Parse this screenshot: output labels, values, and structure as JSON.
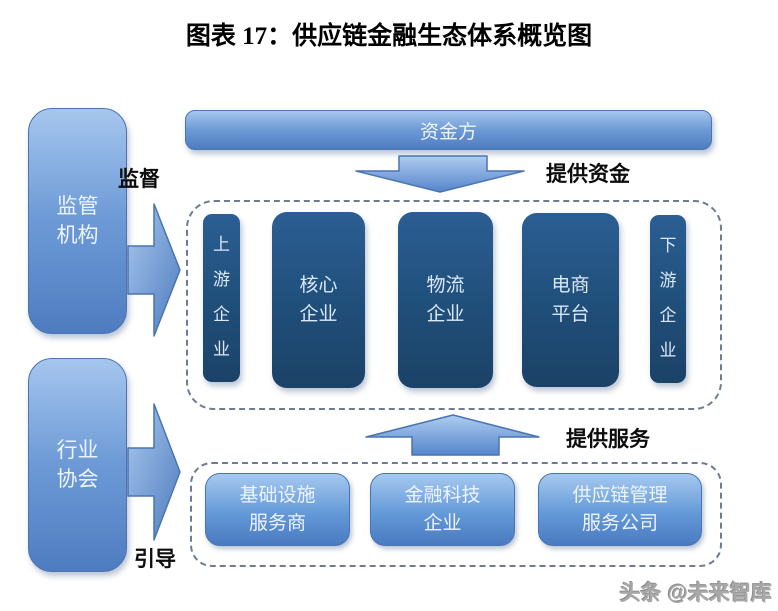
{
  "title": "图表 17：供应链金融生态体系概览图",
  "watermark": "头条 @未来智库",
  "colors": {
    "light_box_top": "#a6c6ee",
    "light_box_bottom": "#4e7cc0",
    "dark_box": "#1f4e79",
    "box_border": "#4a74b2",
    "dashed_border": "#6e7c92",
    "label_text": "#0d0d0d",
    "box_text": "#eef4fc"
  },
  "left_panel": {
    "regulator": {
      "label": "监管\n机构",
      "arrow_label": "监督"
    },
    "association": {
      "label": "行业\n协会",
      "arrow_label": "引导"
    }
  },
  "funding": {
    "bar_label": "资金方",
    "arrow_label": "提供资金"
  },
  "core_chain": {
    "items": [
      {
        "label": "上\n游\n企\n业"
      },
      {
        "label": "核心\n企业"
      },
      {
        "label": "物流\n企业"
      },
      {
        "label": "电商\n平台"
      },
      {
        "label": "下\n游\n企\n业"
      }
    ]
  },
  "services": {
    "arrow_label": "提供服务",
    "items": [
      {
        "label": "基础设施\n服务商"
      },
      {
        "label": "金融科技\n企业"
      },
      {
        "label": "供应链管理\n服务公司"
      }
    ]
  }
}
